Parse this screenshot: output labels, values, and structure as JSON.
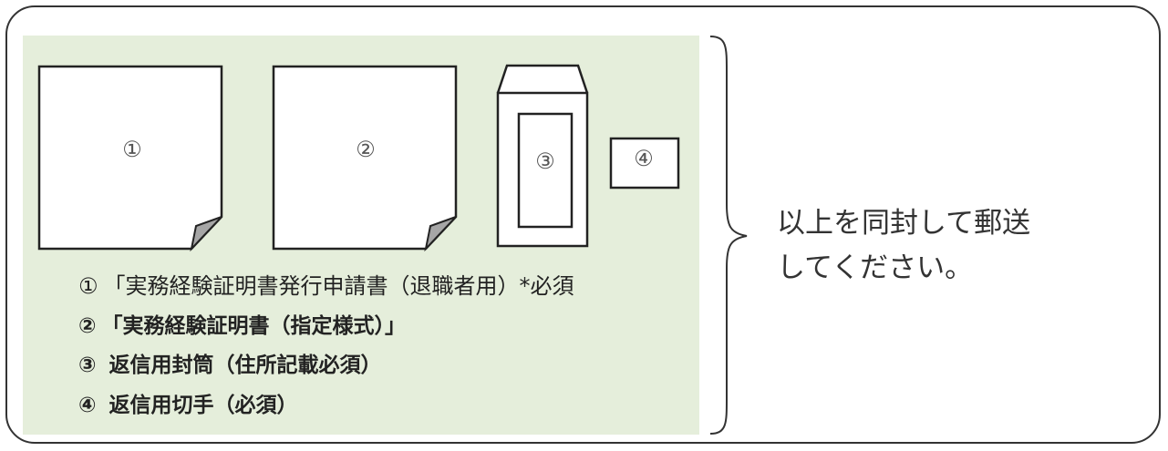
{
  "figures": {
    "doc1_label": "①",
    "doc2_label": "②",
    "envelope_label": "③",
    "stamp_label": "④"
  },
  "list": [
    {
      "mark": "①",
      "text": "「実務経験証明書発行申請書（退職者用）*必須"
    },
    {
      "mark": "②",
      "text": "「実務経験証明書（指定様式）」"
    },
    {
      "mark": "③",
      "text": "返信用封筒（住所記載必須）"
    },
    {
      "mark": "④",
      "text": "返信用切手（必須）"
    }
  ],
  "instructions": {
    "line1": "以上を同封して郵送",
    "line2": "してください。"
  },
  "colors": {
    "panel": "#e5eedb",
    "fold": "#a6a6a6",
    "outline": "#222222"
  }
}
